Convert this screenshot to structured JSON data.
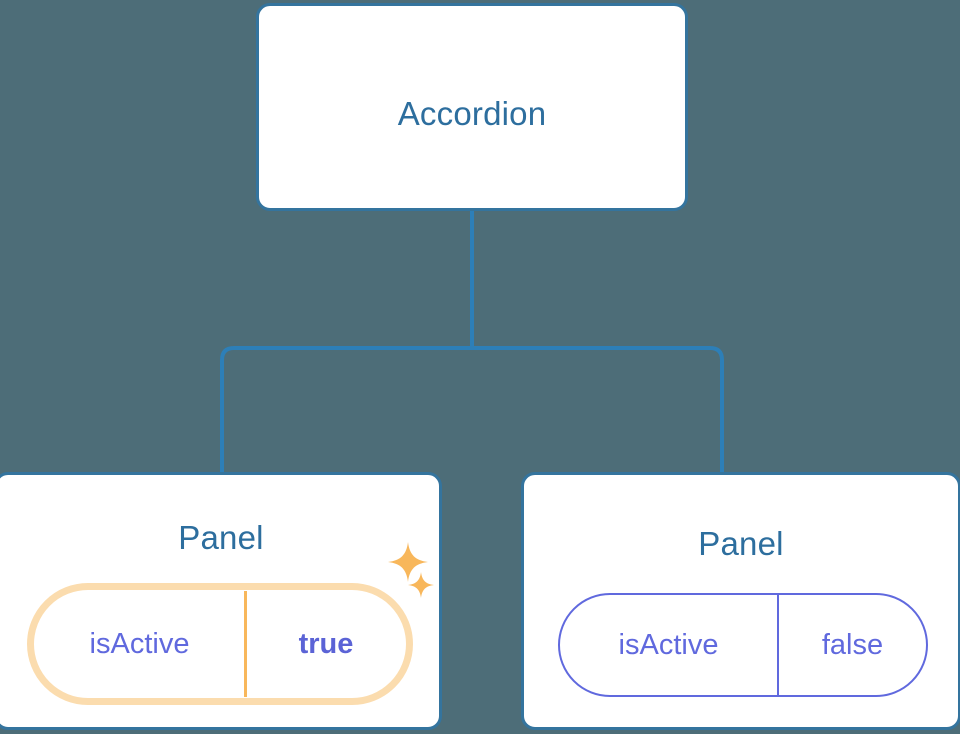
{
  "canvas": {
    "background_color": "#4d6d78",
    "connector_color": "#2d7fb8"
  },
  "tree": {
    "root": {
      "title": "Accordion",
      "border_color": "#34749e",
      "title_color": "#2d6e9e"
    },
    "children": [
      {
        "title": "Panel",
        "highlighted": true,
        "prop": {
          "key": "isActive",
          "value": "true",
          "value_bold": true,
          "pill_border_color": "#f8b75b",
          "halo_color": "#fbdcae",
          "key_color": "#6069de",
          "value_color": "#5b63d6"
        },
        "sparkles": [
          "sparkle-large",
          "sparkle-small"
        ]
      },
      {
        "title": "Panel",
        "highlighted": false,
        "prop": {
          "key": "isActive",
          "value": "false",
          "value_bold": false,
          "pill_border_color": "#6069de",
          "key_color": "#6069de",
          "value_color": "#6069de"
        },
        "sparkles": []
      }
    ]
  }
}
